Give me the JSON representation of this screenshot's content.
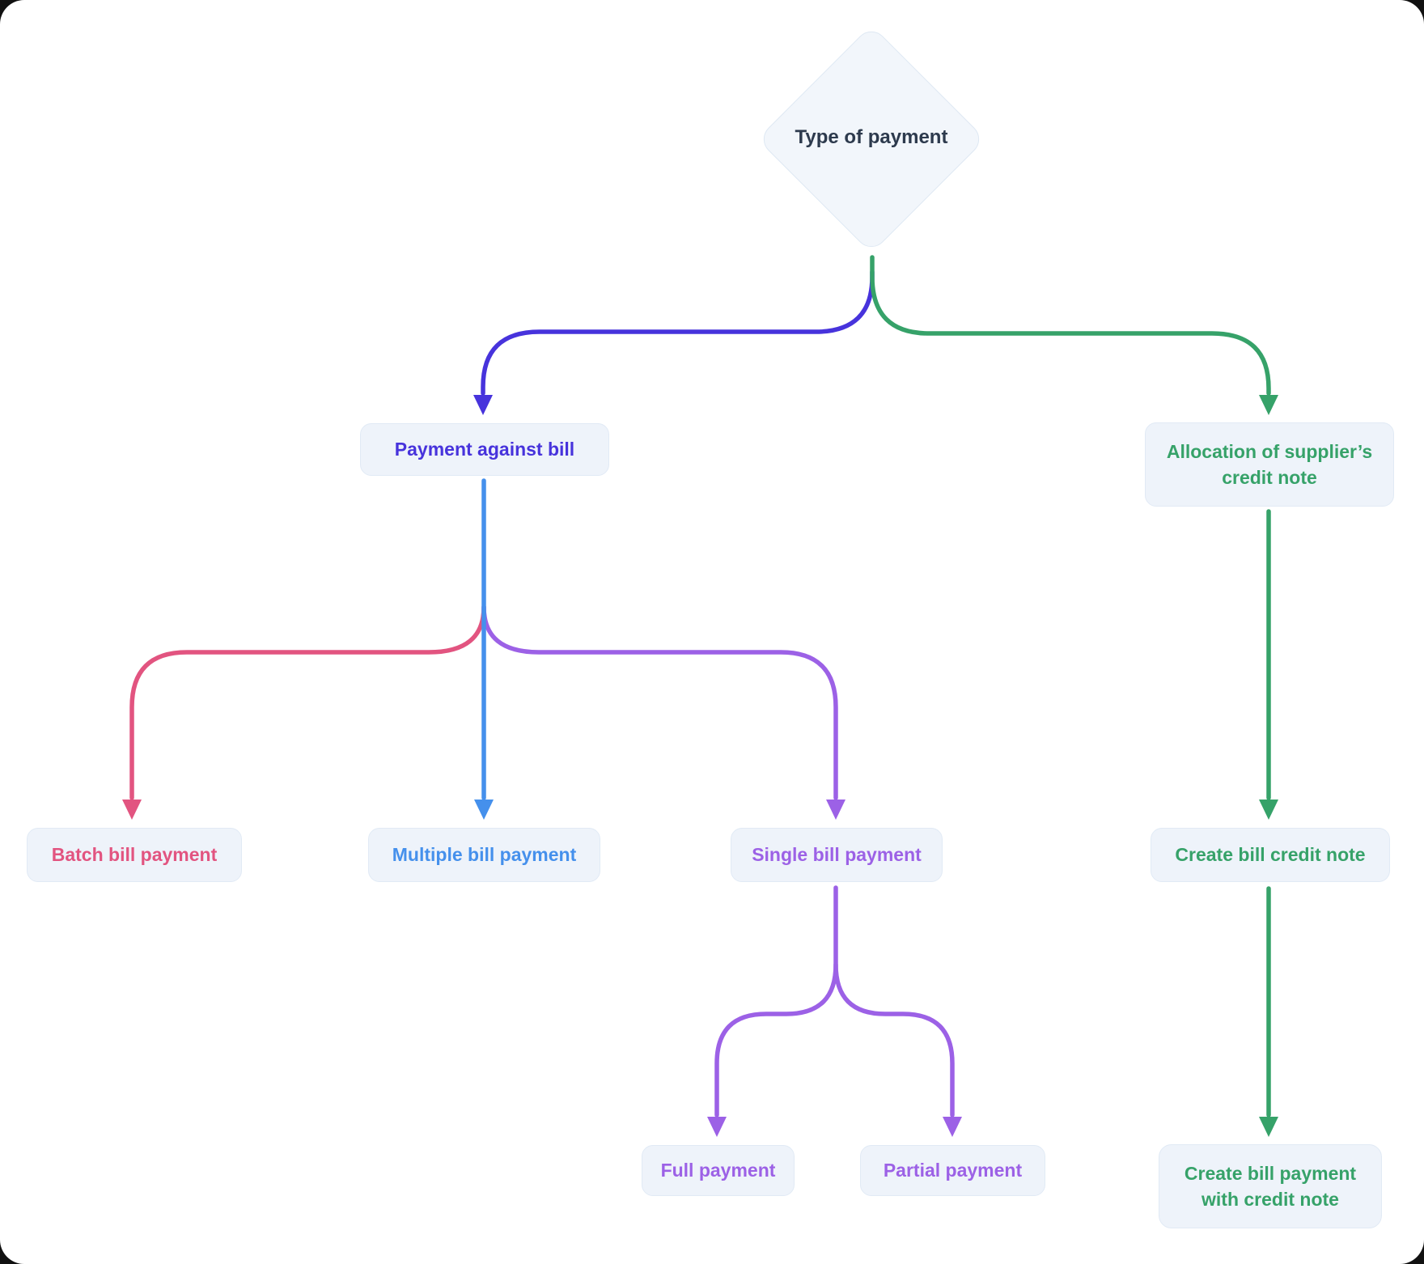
{
  "colors": {
    "indigo": "#4733dc",
    "green": "#36a269",
    "blue": "#4590ec",
    "pink": "#e25480",
    "purple": "#9c61e6",
    "root_text": "#2d3a4d"
  },
  "nodes": {
    "root": {
      "label": "Type of payment"
    },
    "payment_against_bill": {
      "label": "Payment against bill"
    },
    "allocation": {
      "lines": [
        "Allocation of supplier’s",
        "credit note"
      ]
    },
    "batch": {
      "label": "Batch bill payment"
    },
    "multiple": {
      "label": "Multiple bill payment"
    },
    "single": {
      "label": "Single bill payment"
    },
    "create_credit_note": {
      "label": "Create bill credit note"
    },
    "full": {
      "label": "Full payment"
    },
    "partial": {
      "label": "Partial payment"
    },
    "create_payment_with_credit": {
      "lines": [
        "Create bill payment",
        "with credit note"
      ]
    }
  },
  "edges": [
    {
      "from": "Type of payment",
      "to": "Payment against bill",
      "color": "indigo"
    },
    {
      "from": "Type of payment",
      "to": "Allocation of supplier’s credit note",
      "color": "green"
    },
    {
      "from": "Payment against bill",
      "to": "Batch bill payment",
      "color": "pink"
    },
    {
      "from": "Payment against bill",
      "to": "Multiple bill payment",
      "color": "blue"
    },
    {
      "from": "Payment against bill",
      "to": "Single bill payment",
      "color": "purple"
    },
    {
      "from": "Single bill payment",
      "to": "Full payment",
      "color": "purple"
    },
    {
      "from": "Single bill payment",
      "to": "Partial payment",
      "color": "purple"
    },
    {
      "from": "Allocation of supplier’s credit note",
      "to": "Create bill credit note",
      "color": "green"
    },
    {
      "from": "Create bill credit note",
      "to": "Create bill payment with credit note",
      "color": "green"
    }
  ]
}
